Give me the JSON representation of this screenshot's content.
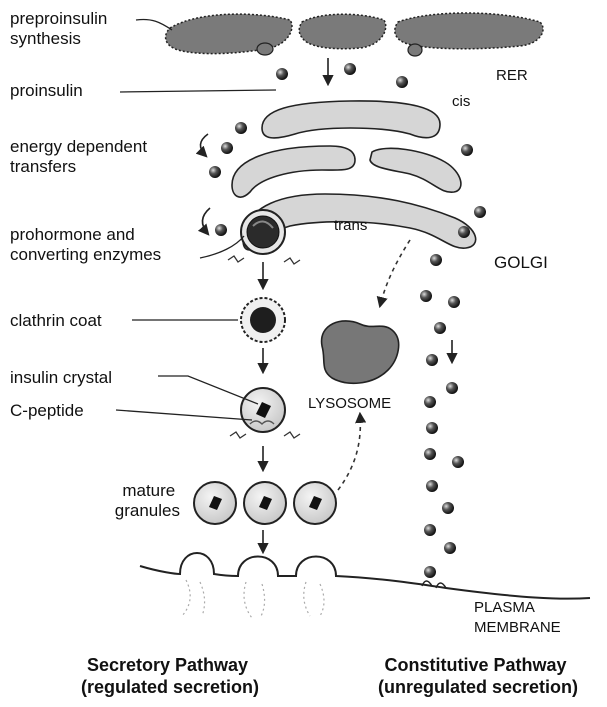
{
  "labels": {
    "preproinsulin": [
      "preproinsulin",
      "synthesis"
    ],
    "proinsulin": "proinsulin",
    "energy": [
      "energy dependent",
      "transfers"
    ],
    "prohormone": [
      "prohormone and",
      "converting enzymes"
    ],
    "clathrin": "clathrin coat",
    "crystal": "insulin crystal",
    "cpeptide": "C-peptide",
    "mature": [
      "mature",
      "granules"
    ],
    "rer": "RER",
    "cis": "cis",
    "trans": "trans",
    "golgi": "GOLGI",
    "lysosome": "LYSOSOME",
    "plasma": [
      "PLASMA",
      "MEMBRANE"
    ]
  },
  "captions": {
    "secretory": [
      "Secretory Pathway",
      "(regulated secretion)"
    ],
    "constitutive": [
      "Constitutive Pathway",
      "(unregulated secretion)"
    ]
  },
  "colors": {
    "er": "#7a7a7a",
    "golgi": "#d6d6d6",
    "vesicle": "#3a3a3a",
    "lysosome": "#777777",
    "granule": "#e2e2e2"
  }
}
